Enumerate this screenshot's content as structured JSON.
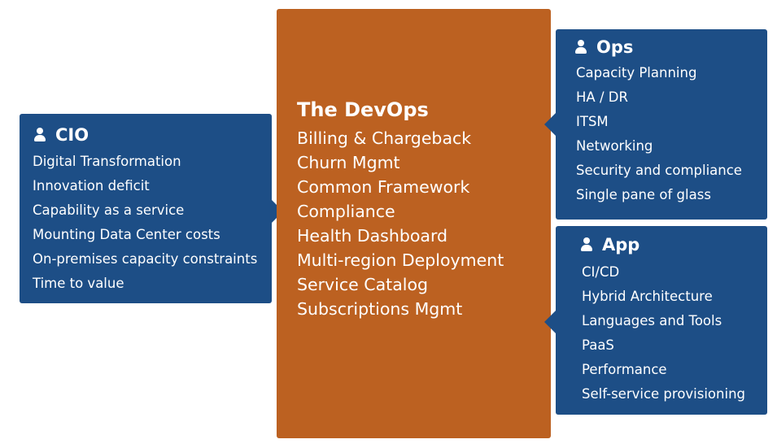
{
  "colors": {
    "blue_box": "#1d4e86",
    "orange_box": "#bc6121",
    "text": "#ffffff"
  },
  "cio": {
    "icon": "user-icon",
    "title": "CIO",
    "items": [
      "Digital Transformation",
      "Innovation deficit",
      "Capability as a service",
      "Mounting Data Center costs",
      "On-premises capacity constraints",
      "Time to value"
    ]
  },
  "devops": {
    "title": "The DevOps",
    "items": [
      "Billing & Chargeback",
      "Churn Mgmt",
      "Common Framework",
      "Compliance",
      "Health Dashboard",
      "Multi-region Deployment",
      "Service Catalog",
      "Subscriptions Mgmt"
    ]
  },
  "ops": {
    "icon": "user-icon",
    "title": "Ops",
    "items": [
      "Capacity Planning",
      "HA / DR",
      "ITSM",
      "Networking",
      "Security and compliance",
      "Single pane of glass"
    ]
  },
  "app": {
    "icon": "user-icon",
    "title": "App",
    "items": [
      "CI/CD",
      "Hybrid Architecture",
      "Languages and Tools",
      "PaaS",
      "Performance",
      "Self-service provisioning"
    ]
  }
}
